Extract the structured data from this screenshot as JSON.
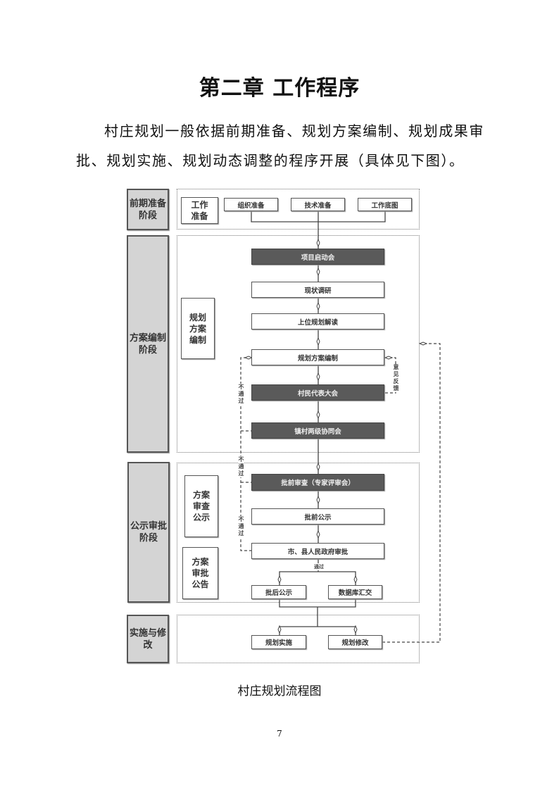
{
  "title": "第二章 工作程序",
  "paragraph": {
    "line1": "村庄规划一般依据前期准备、规划方案编制、规划成果审",
    "line2": "批、规划实施、规划动态调整的程序开展（具体见下图）。"
  },
  "diagram": {
    "stages": [
      "前期准备阶段",
      "方案编制阶段",
      "公示审批阶段",
      "实施与修改"
    ],
    "side_labels": [
      "工作准备",
      "规划方案编制",
      "方案审查公示",
      "方案审批公告"
    ],
    "prep_items": [
      "组织准备",
      "技术准备",
      "工作底图"
    ],
    "steps": [
      "项目启动会",
      "现状调研",
      "上位规划解读",
      "规划方案编制",
      "村民代表大会",
      "镇村两级协同会",
      "批前审查（专家评审会）",
      "批前公示",
      "市、县人民政府审批"
    ],
    "after_approval": [
      "批后公示",
      "数据库汇交"
    ],
    "implementation": [
      "规划实施",
      "规划修改"
    ],
    "labels": {
      "pass": "通过",
      "fail": "不通过",
      "feedback": "意见反馈"
    }
  },
  "caption": "村庄规划流程图",
  "page_number": "7"
}
